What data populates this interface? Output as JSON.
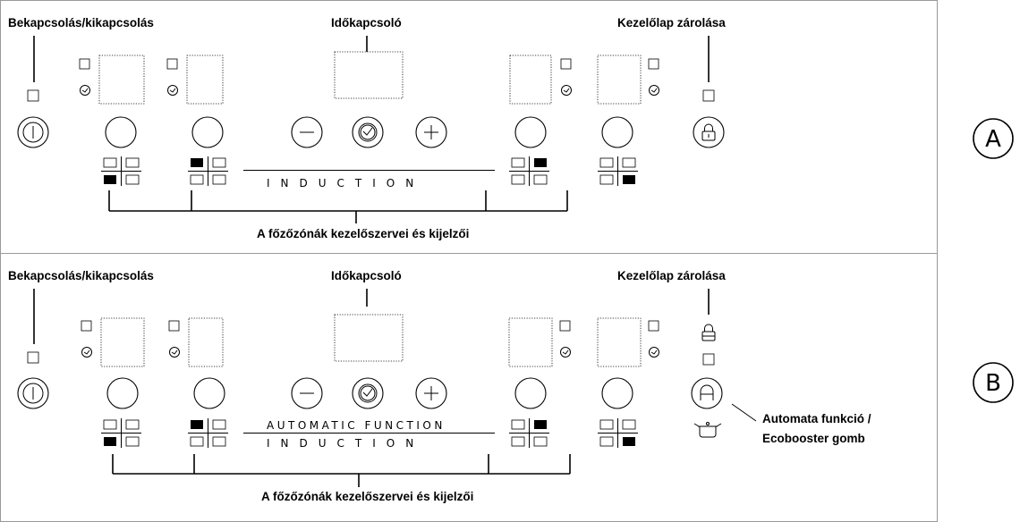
{
  "panels": [
    {
      "letter": "A",
      "power_label": "Bekapcsolás/kikapcsolás",
      "timer_label": "Időkapcsoló",
      "lock_label": "Kezelőlap zárolása",
      "zones_label": "A főzőzónák kezelőszervei és kijelzői",
      "induction_text": "INDUCTION"
    },
    {
      "letter": "B",
      "power_label": "Bekapcsolás/kikapcsolás",
      "timer_label": "Időkapcsoló",
      "lock_label": "Kezelőlap zárolása",
      "zones_label": "A főzőzónák kezelőszervei és kijelzői",
      "induction_text": "INDUCTION",
      "automatic_text": "AUTOMATIC FUNCTION",
      "auto_label_line1": "Automata funkció /",
      "auto_label_line2": "Ecobooster gomb"
    }
  ],
  "icons": {
    "minus": "−",
    "plus": "+",
    "auto": "A"
  }
}
